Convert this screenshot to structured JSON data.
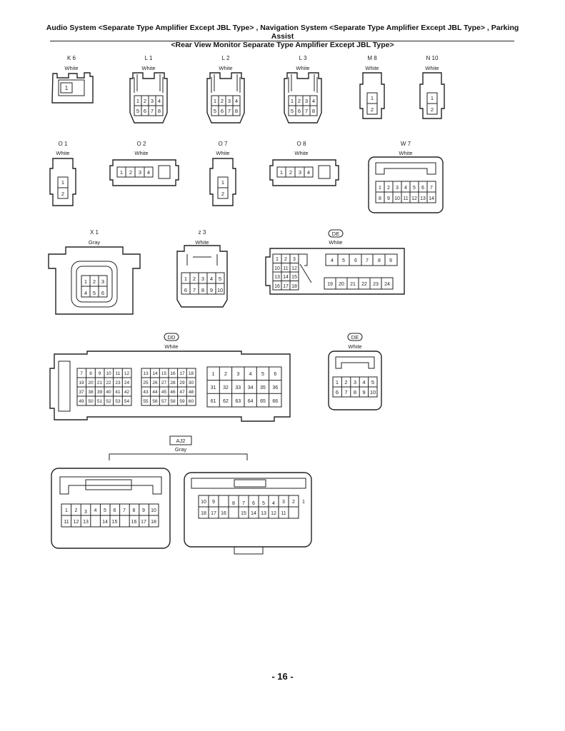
{
  "header": {
    "line1": "Audio System <Separate Type Amplifier Except JBL Type> , Navigation System <Separate Type Amplifier Except JBL Type> , Parking Assist",
    "line2": "<Rear View Monitor Separate Type Amplifier Except JBL Type>"
  },
  "page_number": "- 16 -",
  "connectors": [
    {
      "id": "K6",
      "code": "K 6",
      "color": "White"
    },
    {
      "id": "L1",
      "code": "L 1",
      "color": "White"
    },
    {
      "id": "L2",
      "code": "L 2",
      "color": "White"
    },
    {
      "id": "L3",
      "code": "L 3",
      "color": "White"
    },
    {
      "id": "M8",
      "code": "M 8",
      "color": "White"
    },
    {
      "id": "N10",
      "code": "N 10",
      "color": "White"
    },
    {
      "id": "O1",
      "code": "O 1",
      "color": "White"
    },
    {
      "id": "O2",
      "code": "O 2",
      "color": "White"
    },
    {
      "id": "O7",
      "code": "O 7",
      "color": "White"
    },
    {
      "id": "O8",
      "code": "O 8",
      "color": "White"
    },
    {
      "id": "W7",
      "code": "W 7",
      "color": "White"
    },
    {
      "id": "X1",
      "code": "X 1",
      "color": "Gray"
    },
    {
      "id": "z3",
      "code": "z 3",
      "color": "White"
    },
    {
      "id": "DE1",
      "code": "DE",
      "color": "White"
    },
    {
      "id": "DD",
      "code": "DD",
      "color": "White"
    },
    {
      "id": "DE2",
      "code": "DE",
      "color": "White"
    },
    {
      "id": "AJ2",
      "code": "AJ2",
      "color": "Gray"
    }
  ]
}
